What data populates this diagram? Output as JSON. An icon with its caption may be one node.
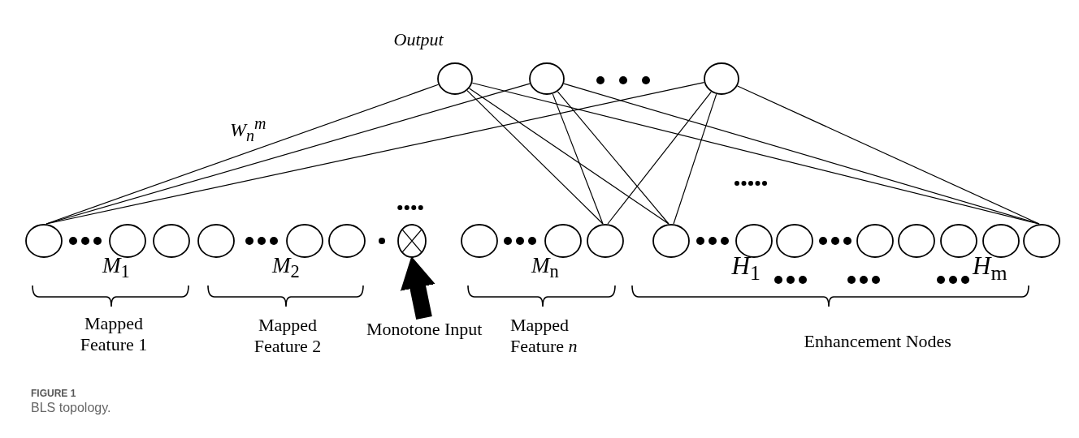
{
  "diagram": {
    "caption": "BLS topology.",
    "nodes": [
      {
        "text": [],
        "shape": "circle"
      },
      {
        "text": [],
        "shape": "circle"
      },
      {
        "text": [],
        "shape": "circle"
      },
      {
        "text": [],
        "shape": "circle"
      },
      {
        "text": [],
        "shape": "circle"
      },
      {
        "text": [],
        "shape": "circle"
      },
      {
        "text": [],
        "shape": "circle"
      },
      {
        "text": [],
        "shape": "circle"
      },
      {
        "text": [],
        "shape": "circle"
      },
      {
        "text": [],
        "shape": "circle"
      },
      {
        "text": [],
        "shape": "circle"
      },
      {
        "text": [],
        "shape": "circle"
      },
      {
        "text": [],
        "shape": "circle"
      },
      {
        "text": [],
        "shape": "circle"
      },
      {
        "text": [],
        "shape": "circle"
      },
      {
        "text": [],
        "shape": "circle"
      },
      {
        "text": [],
        "shape": "circle"
      },
      {
        "text": [],
        "shape": "circle"
      },
      {
        "text": [],
        "shape": "circle"
      },
      {
        "text": [],
        "shape": "circle"
      },
      {
        "text": [],
        "shape": "circle"
      },
      {
        "text": [
          "Monotone Input"
        ]
      }
    ],
    "edges": [
      {
        "from": 0,
        "to": 3,
        "arrow": "none"
      },
      {
        "from": 0,
        "to": 12,
        "arrow": "none"
      },
      {
        "from": 0,
        "to": 13,
        "arrow": "none"
      },
      {
        "from": 0,
        "to": 20,
        "arrow": "none"
      },
      {
        "from": 1,
        "to": 3,
        "arrow": "none"
      },
      {
        "from": 1,
        "to": 12,
        "arrow": "none"
      },
      {
        "from": 1,
        "to": 13,
        "arrow": "none"
      },
      {
        "from": 1,
        "to": 20,
        "arrow": "none"
      },
      {
        "from": 2,
        "to": 3,
        "arrow": "none"
      },
      {
        "from": 2,
        "to": 12,
        "arrow": "none"
      },
      {
        "from": 2,
        "to": 13,
        "arrow": "none"
      },
      {
        "from": 2,
        "to": 20,
        "arrow": "none"
      },
      {
        "from": 21,
        "to": 9,
        "arrow": "to",
        "style": "thick"
      }
    ],
    "labels": [
      "Output",
      "W$_{n}$$^{m}$",
      "*M*$_{1}$",
      "*M*$_{2}$",
      "*M*$_{n}$",
      "*H*$_{1}$",
      "*H*$_{m}$",
      "Mapped Feature 1",
      "Mapped Feature 2",
      "Mapped Feature *n*",
      "Enhancement Nodes",
      "FIGURE 1"
    ]
  }
}
